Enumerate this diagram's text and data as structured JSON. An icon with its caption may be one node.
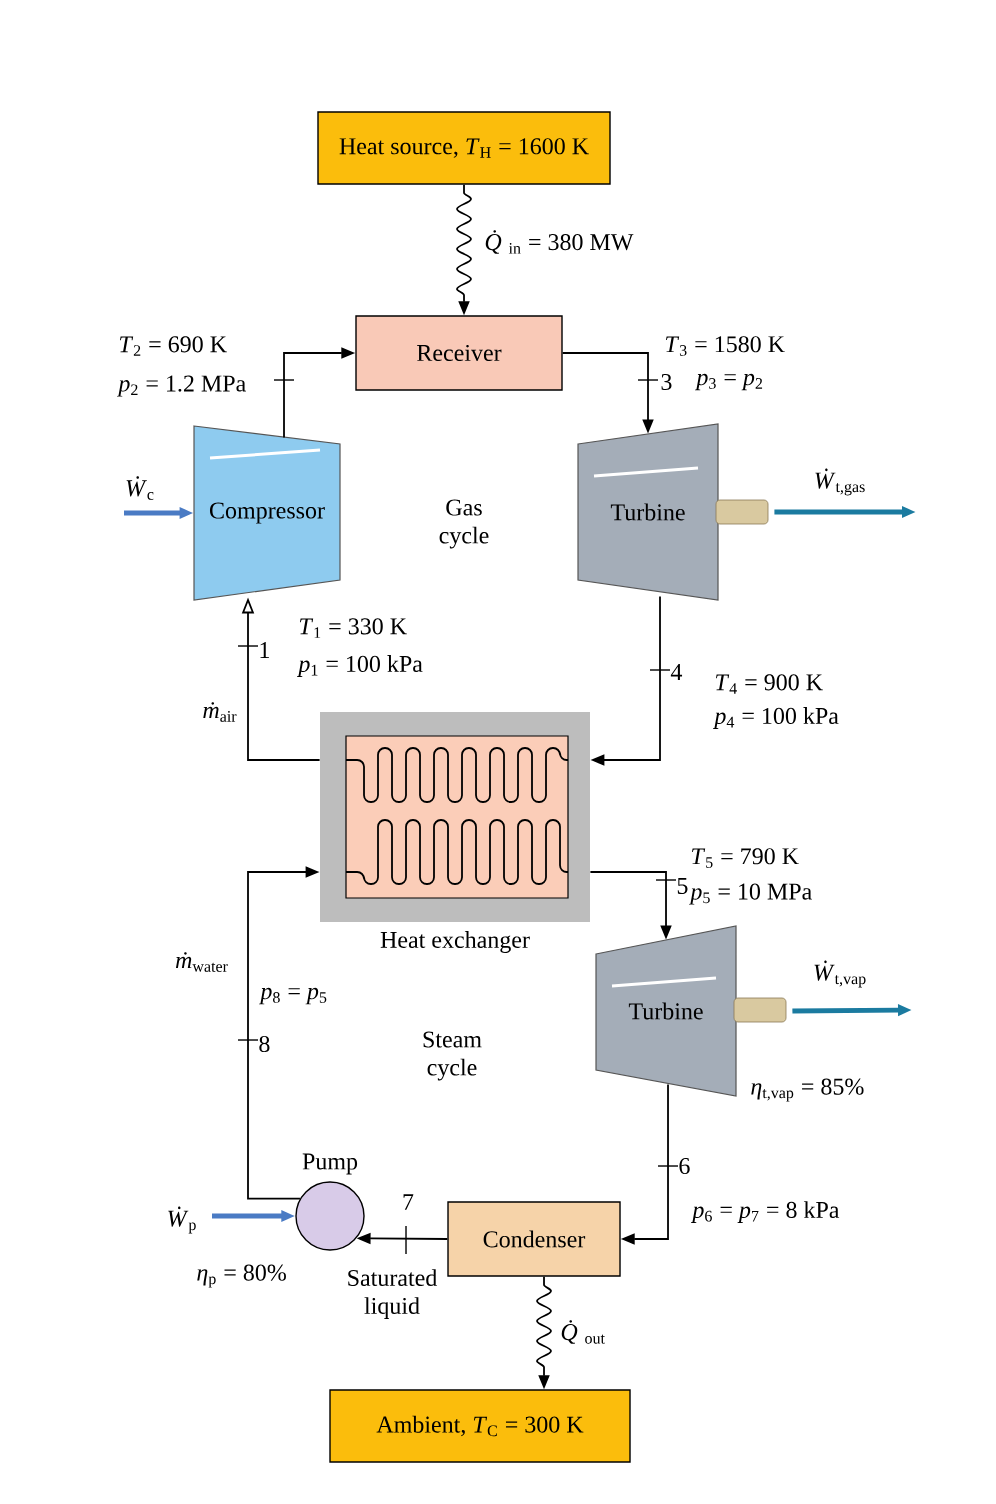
{
  "diagram": {
    "nodes": [
      {
        "text": [
          "Heat source, *T*$_{H}$ = 1600 K"
        ]
      },
      {
        "text": [
          "Receiver"
        ]
      },
      {
        "text": [
          "Compressor"
        ]
      },
      {
        "text": [
          "Turbine"
        ]
      },
      {
        "text": [
          "Heat exchanger"
        ]
      },
      {
        "text": [
          "Turbine"
        ]
      },
      {
        "text": [
          "Pump"
        ]
      },
      {
        "text": [
          "Condenser"
        ]
      },
      {
        "text": [
          "Ambient, *T*$_{C}$ = 300 K"
        ]
      }
    ],
    "edges": [
      {
        "from": 0,
        "to": 1,
        "arrow": "to",
        "label": "*Q̇*$_{in}$ = 380 MW"
      },
      {
        "from": 2,
        "to": 1,
        "arrow": "to"
      },
      {
        "from": 1,
        "to": 3,
        "arrow": "to"
      },
      {
        "from": 3,
        "to": 4,
        "arrow": "to"
      },
      {
        "from": 4,
        "to": 2,
        "arrow": "to"
      },
      {
        "from": 4,
        "to": 5,
        "arrow": "to"
      },
      {
        "from": 5,
        "to": 7,
        "arrow": "to"
      },
      {
        "from": 7,
        "to": 6,
        "arrow": "to"
      },
      {
        "from": 6,
        "to": 4,
        "arrow": "to"
      },
      {
        "from": 7,
        "to": 8,
        "arrow": "to",
        "label": "*Q̇*$_{out}$"
      },
      {
        "from": null,
        "to": 2,
        "arrow": "to",
        "label": "*Ẇ*$_{c}$",
        "style": "thick",
        "color": "#4a7bc4"
      },
      {
        "from": 3,
        "to": null,
        "arrow": "to",
        "label": "*Ẇ*$_{t,gas}$",
        "style": "thick",
        "color": "#1b7ba0"
      },
      {
        "from": 5,
        "to": null,
        "arrow": "to",
        "label": "*Ẇ*$_{t,vap}$",
        "style": "thick",
        "color": "#1b7ba0"
      },
      {
        "from": null,
        "to": 6,
        "arrow": "to",
        "label": "*Ẇ*$_{p}$",
        "style": "thick",
        "color": "#4a7bc4"
      }
    ],
    "labels": [
      "*T*$_{2}$ = 690 K",
      "*p*$_{2}$ = 1.2 MPa",
      "*T*$_{3}$ = 1580 K",
      "3",
      "*p*$_{3}$ = *p*$_{2}$",
      "Gas cycle",
      "*T*$_{1}$ = 330 K",
      "1",
      "*p*$_{1}$ = 100 kPa",
      "4",
      "*T*$_{4}$ = 900 K",
      "*p*$_{4}$ = 100 kPa",
      "*ṁ*$_{air}$",
      "*T*$_{5}$ = 790 K",
      "5",
      "*p*$_{5}$ = 10 MPa",
      "*ṁ*$_{water}$",
      "*p*$_{8}$ = *p*$_{5}$",
      "8",
      "Steam cycle",
      "*η*$_{t,vap}$ = 85%",
      "6",
      "7",
      "*p*$_{6}$ = *p*$_{7}$ = 8 kPa",
      "*η*$_{p}$ = 80%",
      "Saturated liquid"
    ]
  }
}
